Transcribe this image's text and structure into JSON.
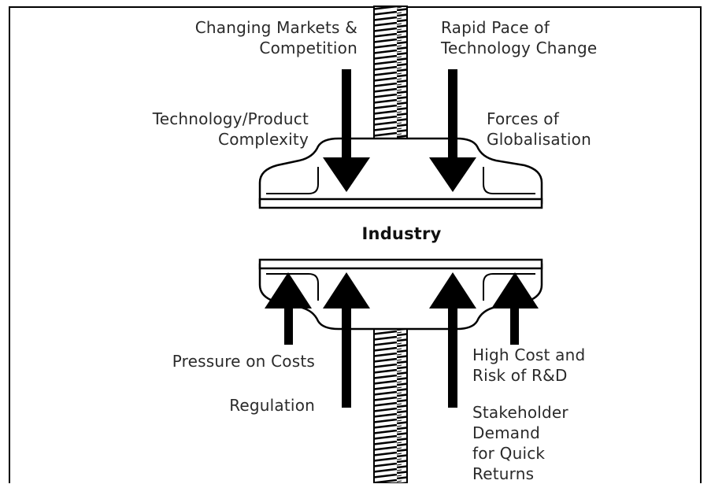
{
  "diagram": {
    "center_label": "Industry",
    "top_forces": {
      "left_upper": "Changing Markets &\nCompetition",
      "right_upper": "Rapid Pace of\nTechnology Change",
      "left_lower": "Technology/Product\nComplexity",
      "right_lower": "Forces of\nGlobalisation"
    },
    "bottom_forces": {
      "left_upper": "Pressure on Costs",
      "left_lower": "Regulation",
      "right_upper": "High Cost and\nRisk of R&D",
      "right_lower": "Stakeholder\nDemand\nfor Quick\nReturns"
    }
  }
}
